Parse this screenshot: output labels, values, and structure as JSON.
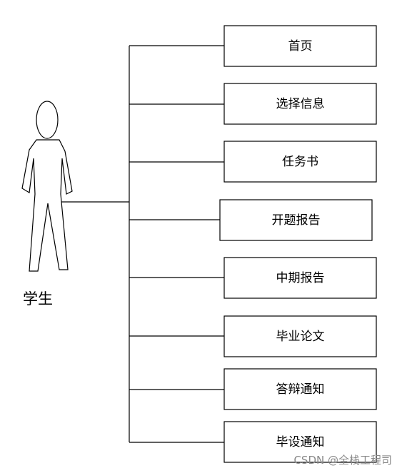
{
  "actor": {
    "label": "学生"
  },
  "use_cases": [
    {
      "label": "首页"
    },
    {
      "label": "选择信息"
    },
    {
      "label": "任务书"
    },
    {
      "label": "开题报告"
    },
    {
      "label": "中期报告"
    },
    {
      "label": "毕业论文"
    },
    {
      "label": "答辩通知"
    },
    {
      "label": "毕设通知"
    }
  ],
  "watermark": "CSDN @全栈工程司"
}
